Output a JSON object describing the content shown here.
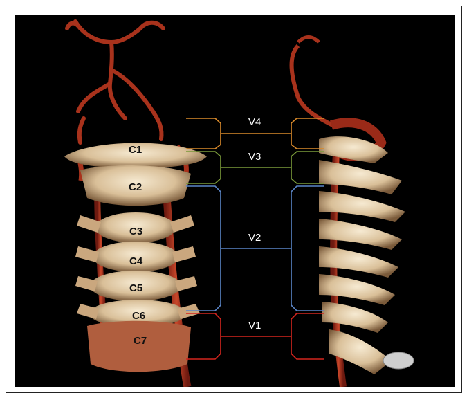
{
  "segments": [
    {
      "label": "V4",
      "color": "#d98a2b"
    },
    {
      "label": "V3",
      "color": "#7a9a3a"
    },
    {
      "label": "V2",
      "color": "#5b86c8"
    },
    {
      "label": "V1",
      "color": "#d4251e"
    }
  ],
  "vertebrae": [
    "C1",
    "C2",
    "C3",
    "C4",
    "C5",
    "C6",
    "C7"
  ],
  "colors": {
    "background": "#000000",
    "bone": "#e8d6b8",
    "artery": "#b73a22"
  }
}
